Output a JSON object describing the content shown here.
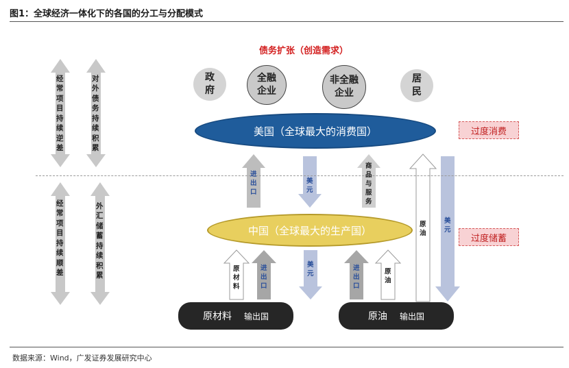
{
  "title": "图1：全球经济一体化下的各国的分工与分配模式",
  "source": "数据来源：Wind，广发证券发展研究中心",
  "debt_title": "债务扩张（创造需求）",
  "entities": {
    "gov": [
      "政",
      "府"
    ],
    "finance": [
      "全融",
      "企业"
    ],
    "nonfinance": [
      "非全融",
      "企业"
    ],
    "residents": [
      "居",
      "民"
    ]
  },
  "us_label": "美国（全球最大的消费国）",
  "china_label": "中国（全球最大的生产国）",
  "exporters": {
    "raw": {
      "name": "原材料",
      "suffix": "输出国"
    },
    "oil": {
      "name": "原油",
      "suffix": "输出国"
    }
  },
  "tags": {
    "over_consumption": "过度消费",
    "over_saving": "过度储蓄"
  },
  "left_labels": {
    "top_left": "经常项目持续逆差",
    "top_right": "对外债务持续积累",
    "bottom_left": "经常项目持续顺差",
    "bottom_right": "外汇储蓄持续积累"
  },
  "flow_labels": {
    "import_us": "进出口",
    "usd_down_top": "美元",
    "goods": "商品与服务",
    "oil_up": "原油",
    "usd_down_right": "美元",
    "raw_up": "原材料",
    "import_raw": "进出口",
    "usd_down_mid": "美元",
    "import_oil": "进出口",
    "oil_small": "原油"
  },
  "colors": {
    "gray_arrow": "#c8c8c8",
    "dark_gray_arrow": "#a6a6a6",
    "blue_arrow": "#b9c3dd",
    "us_blue": "#1f5c9b",
    "china_yellow": "#e8cf5e",
    "red": "#d32020"
  }
}
